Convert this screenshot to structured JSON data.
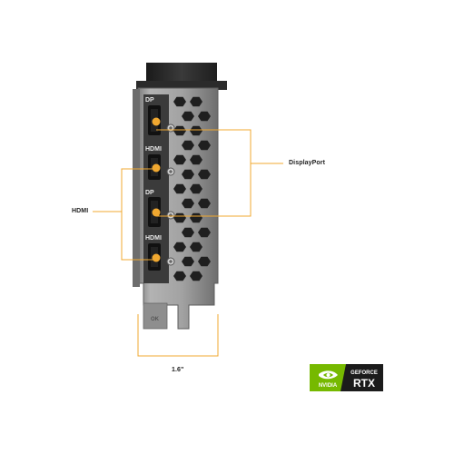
{
  "labels": {
    "displayport": "DisplayPort",
    "hdmi": "HDMI",
    "width": "1.6\""
  },
  "bracket": {
    "port_tags": [
      "DP",
      "HDMI",
      "DP",
      "HDMI"
    ],
    "bottom_mark": "OK"
  },
  "badge": {
    "brand": "NVIDIA",
    "line1": "GEFORCE",
    "line2": "RTX"
  },
  "colors": {
    "callout": "#f0a830",
    "plate": "#9a9a9a",
    "plate_dark": "#5c5c5c",
    "port_orange": "#f0a830",
    "nvidia_green": "#76b900"
  }
}
